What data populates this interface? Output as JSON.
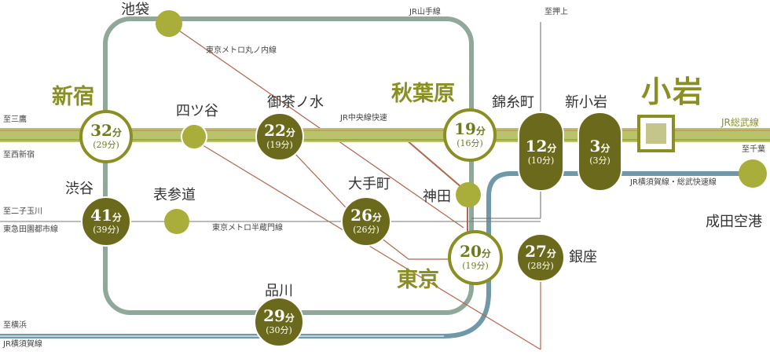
{
  "stations": {
    "ikebukuro": "池袋",
    "shinjuku": "新宿",
    "yotsuya": "四ツ谷",
    "ochanomizu": "御茶ノ水",
    "akihabara": "秋葉原",
    "kinshicho": "錦糸町",
    "shinkoiwa": "新小岩",
    "koiwa": "小岩",
    "shibuya": "渋谷",
    "omotesando": "表参道",
    "otemachi": "大手町",
    "kanda": "神田",
    "tokyo": "東京",
    "ginza": "銀座",
    "shinagawa": "品川",
    "narita": "成田空港"
  },
  "lines": {
    "yamanote": "JR山手線",
    "marunouchi": "東京メトロ丸ノ内線",
    "chuo_rapid": "JR中央線快速",
    "sobu": "JR総武線",
    "yokosuka_sobu": "JR横須賀線・総武快速線",
    "hanzomon": "東京メトロ半蔵門線",
    "yokosuka": "JR横須賀線",
    "den_en_toshi": "東急田園都市線"
  },
  "directions": {
    "oshiage": "至押上",
    "mitaka": "至三鷹",
    "nishifunabashi": "至西新宿",
    "futakotamagawa": "至二子玉川",
    "chiba": "至千葉",
    "yokohama": "至横浜"
  },
  "times": {
    "shinjuku": {
      "min": "32",
      "unit": "分",
      "alt": "(29分)"
    },
    "ochanomizu": {
      "min": "22",
      "unit": "分",
      "alt": "(19分)"
    },
    "akihabara": {
      "min": "19",
      "unit": "分",
      "alt": "(16分)"
    },
    "kinshicho": {
      "min": "12",
      "unit": "分",
      "alt": "(10分)"
    },
    "shinkoiwa": {
      "min": "3",
      "unit": "分",
      "alt": "(3分)"
    },
    "shibuya": {
      "min": "41",
      "unit": "分",
      "alt": "(39分)"
    },
    "otemachi": {
      "min": "26",
      "unit": "分",
      "alt": "(26分)"
    },
    "tokyo": {
      "min": "20",
      "unit": "分",
      "alt": "(19分)"
    },
    "ginza": {
      "min": "27",
      "unit": "分",
      "alt": "(28分)"
    },
    "shinagawa": {
      "min": "29",
      "unit": "分",
      "alt": "(30分)"
    }
  },
  "colors": {
    "olive": "#8a8f24",
    "dark_olive": "#6b6a1c",
    "sobu_band": "#b8c36a",
    "yamanote": "#8fa89a",
    "yokosuka": "#6f98a8",
    "metro": "#b5654a",
    "plain_station": "#a9ae3a"
  }
}
